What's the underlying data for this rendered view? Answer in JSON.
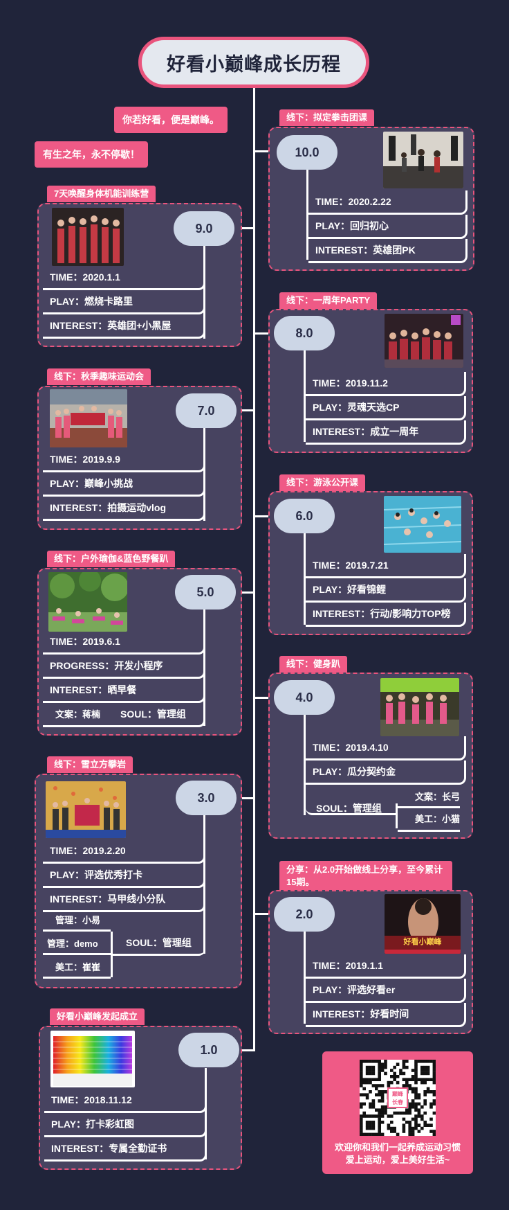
{
  "title": "好看小巅峰成长历程",
  "slogans": [
    "你若好看，便是巅峰。",
    "有生之年，永不停歇！"
  ],
  "milestones": {
    "v10": {
      "tag": "线下：拟定拳击团课",
      "version": "10.0",
      "time": "TIME：2020.2.22",
      "play": "PLAY：回归初心",
      "interest": "INTEREST：英雄团PK"
    },
    "v9": {
      "tag": "7天唤醒身体机能训练营",
      "version": "9.0",
      "time": "TIME：2020.1.1",
      "play": "PLAY：燃烧卡路里",
      "interest": "INTEREST：英雄团+小黑屋"
    },
    "v8": {
      "tag": "线下：一周年PARTY",
      "version": "8.0",
      "time": "TIME：2019.11.2",
      "play": "PLAY：灵魂天选CP",
      "interest": "INTEREST：成立一周年"
    },
    "v7": {
      "tag": "线下：秋季趣味运动会",
      "version": "7.0",
      "time": "TIME：2019.9.9",
      "play": "PLAY：巅峰小挑战",
      "interest": "INTEREST：拍摄运动vlog"
    },
    "v6": {
      "tag": "线下：游泳公开课",
      "version": "6.0",
      "time": "TIME：2019.7.21",
      "play": "PLAY：好看锦鲤",
      "interest": "INTEREST：行动/影响力TOP榜"
    },
    "v5": {
      "tag": "线下：户外瑜伽&蓝色野餐趴",
      "version": "5.0",
      "time": "TIME：2019.6.1",
      "progress": "PROGRESS：开发小程序",
      "interest": "INTEREST：晒早餐",
      "copy": "文案：蒋楠",
      "soul": "SOUL：管理组"
    },
    "v4": {
      "tag": "线下：健身趴",
      "version": "4.0",
      "time": "TIME：2019.4.10",
      "play": "PLAY：瓜分契约金",
      "soul": "SOUL：管理组",
      "copy": "文案：长弓",
      "art": "美工：小猫"
    },
    "v3": {
      "tag": "线下：雪立方攀岩",
      "version": "3.0",
      "time": "TIME：2019.2.20",
      "play": "PLAY：评选优秀打卡",
      "interest": "INTEREST：马甲线小分队",
      "manage1": "管理：小易",
      "manage2": "管理：demo",
      "art": "美工：崔崔",
      "soul": "SOUL：管理组"
    },
    "v2": {
      "tag": "分享：从2.0开始做线上分享，至今累计15期。",
      "version": "2.0",
      "time": "TIME：2019.1.1",
      "play": "PLAY：评选好看er",
      "interest": "INTEREST：好看时间",
      "poster_text": "好看小巅峰"
    },
    "v1": {
      "tag": "好看小巅峰发起成立",
      "version": "1.0",
      "time": "TIME：2018.11.12",
      "play": "PLAY：打卡彩虹图",
      "interest": "INTEREST：专属全勤证书"
    }
  },
  "qr": {
    "badge": "巅峰 长春",
    "line1": "欢迎你和我们一起养成运动习惯",
    "line2": "爱上运动，爱上美好生活~"
  },
  "colors": {
    "background": "#20243a",
    "accent": "#ef5a86",
    "card": "#474360",
    "pill": "#ccd6e6"
  }
}
